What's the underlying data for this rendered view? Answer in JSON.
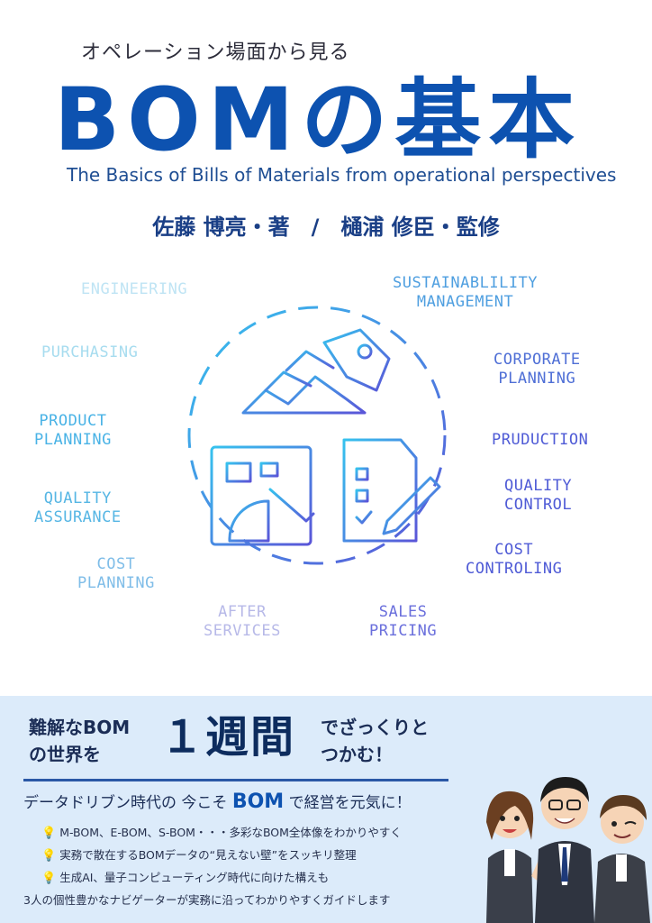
{
  "cover": {
    "subtitle": "オペレーション場面から見る",
    "title": "BOMの基本",
    "english_title": "The Basics of Bills of Materials from operational perspectives",
    "authors": "佐藤 博亮・著　/　樋浦 修臣・監修"
  },
  "diagram": {
    "labels": {
      "engineering": "ENGINEERING",
      "purchasing": "PURCHASING",
      "product_planning_1": "PRODUCT",
      "product_planning_2": "PLANNING",
      "quality_assurance_1": "QUALITY",
      "quality_assurance_2": "ASSURANCE",
      "cost_planning_1": "COST",
      "cost_planning_2": "PLANNING",
      "after_services_1": "AFTER",
      "after_services_2": "SERVICES",
      "sales_pricing_1": "SALES",
      "sales_pricing_2": "PRICING",
      "cost_controling_1": "COST",
      "cost_controling_2": "CONTROLING",
      "quality_control_1": "QUALITY",
      "quality_control_2": "CONTROL",
      "pruduction": "PRUDUCTION",
      "corporate_planning_1": "CORPORATE",
      "corporate_planning_2": "PLANNING",
      "sustainability_1": "SUSTAINABLILITY",
      "sustainability_2": "MANAGEMENT"
    },
    "colors": {
      "light_blue": "#8fd0ea",
      "mid_blue": "#5fb6e2",
      "violet": "#5c63d6"
    }
  },
  "promo": {
    "catch_left_1": "難解なBOM",
    "catch_left_2": "の世界を",
    "catch_big": "１週間",
    "catch_right_1": "でざっくりと",
    "catch_right_2": "つかむ！",
    "slogan_before": "データドリブン時代の 今こそ ",
    "slogan_bom": "BOM",
    "slogan_after": " で経営を元気に！",
    "bullets": [
      "M-BOM、E-BOM、S-BOM・・・多彩なBOM全体像をわかりやすく",
      "実務で散在するBOMデータの“見えない壁”をスッキリ整理",
      "生成AI、量子コンピューティング時代に向けた構えも"
    ],
    "footer": "3人の個性豊かなナビゲーターが実務に沿ってわかりやすくガイドします"
  }
}
